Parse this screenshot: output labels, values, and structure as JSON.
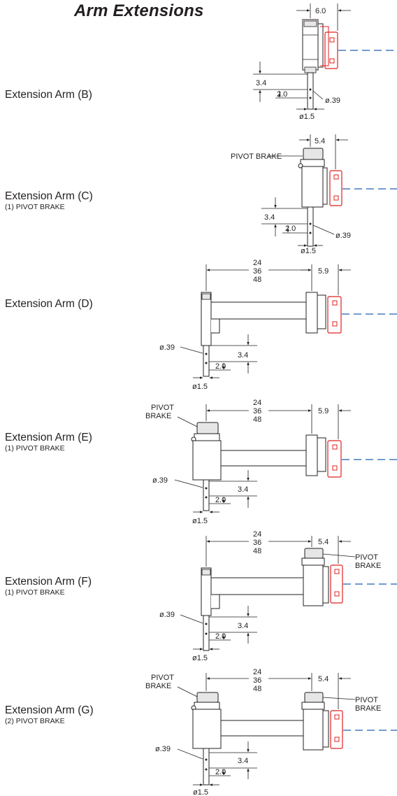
{
  "title": "Arm Extensions",
  "arms": [
    {
      "label": "Extension Arm (B)",
      "sub": ""
    },
    {
      "label": "Extension Arm (C)",
      "sub": "(1) PIVOT BRAKE"
    },
    {
      "label": "Extension Arm (D)",
      "sub": ""
    },
    {
      "label": "Extension Arm (E)",
      "sub": "(1) PIVOT BRAKE"
    },
    {
      "label": "Extension Arm (F)",
      "sub": "(1) PIVOT BRAKE"
    },
    {
      "label": "Extension Arm (G)",
      "sub": "(2) PIVOT BRAKE"
    }
  ],
  "dims": {
    "b_offset": "6.0",
    "c_offset": "5.4",
    "d_offset": "5.9",
    "e_offset": "5.9",
    "f_offset": "5.4",
    "g_offset": "5.4",
    "len_24": "24",
    "len_36": "36",
    "len_48": "48",
    "post_len": "3.4",
    "post_stub": "2.0",
    "hole": "ø.39",
    "shaft": "ø1.5",
    "pivot_brake": "PIVOT BRAKE",
    "pivot": "PIVOT",
    "brake": "BRAKE"
  },
  "colors": {
    "line": "#231f20",
    "fill": "#e6e6e6",
    "mount": "#e02020",
    "centerline": "#1f5fb5"
  }
}
